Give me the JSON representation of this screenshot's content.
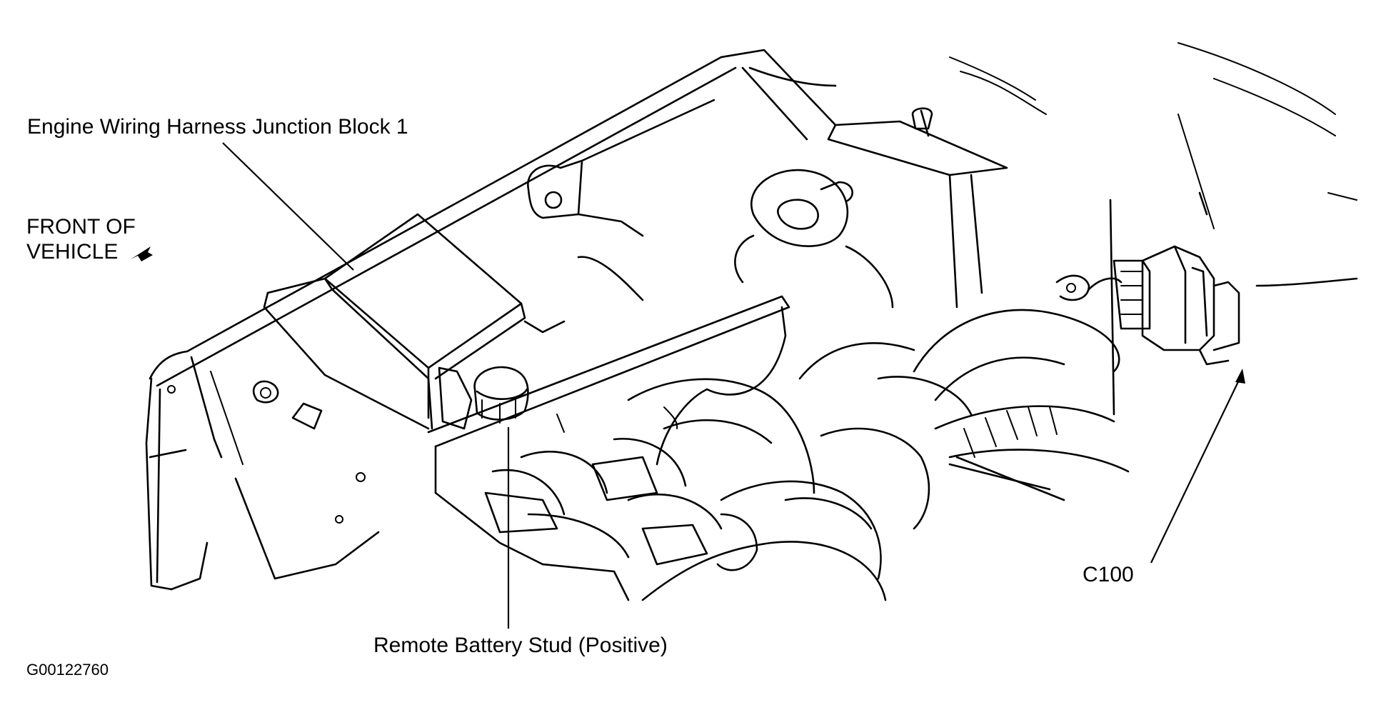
{
  "labels": {
    "junction_block": "Engine Wiring Harness Junction Block 1",
    "front_line1": "FRONT OF",
    "front_line2": "VEHICLE",
    "battery_stud": "Remote Battery Stud (Positive)",
    "connector": "C100",
    "figure_id": "G00122760"
  }
}
